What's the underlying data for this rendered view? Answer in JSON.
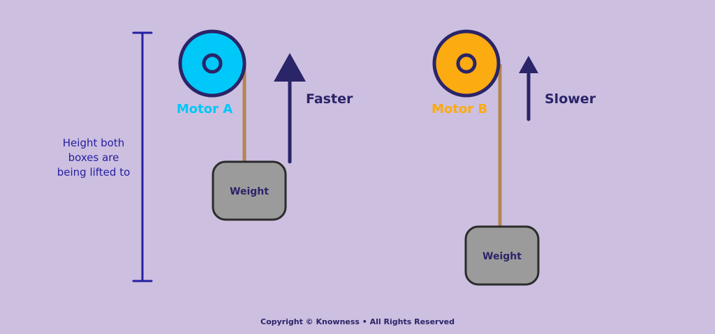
{
  "colors": {
    "background": "#cdbfe0",
    "navy": "#2a2468",
    "measure_bar": "#2520a0",
    "motor_a_fill": "#00c8f8",
    "motor_b_fill": "#fcab10",
    "rope": "#b38554",
    "weight_fill": "#9b9b9b",
    "weight_stroke": "#2b2b2b"
  },
  "height_indicator": {
    "label_lines": [
      "Height both",
      "boxes are",
      "being lifted to"
    ]
  },
  "motor_a": {
    "label": "Motor A",
    "speed_label": "Faster",
    "weight_label": "Weight"
  },
  "motor_b": {
    "label": "Motor B",
    "speed_label": "Slower",
    "weight_label": "Weight"
  },
  "footer": {
    "copyright": "Copyright © Knowness • All Rights Reserved"
  }
}
